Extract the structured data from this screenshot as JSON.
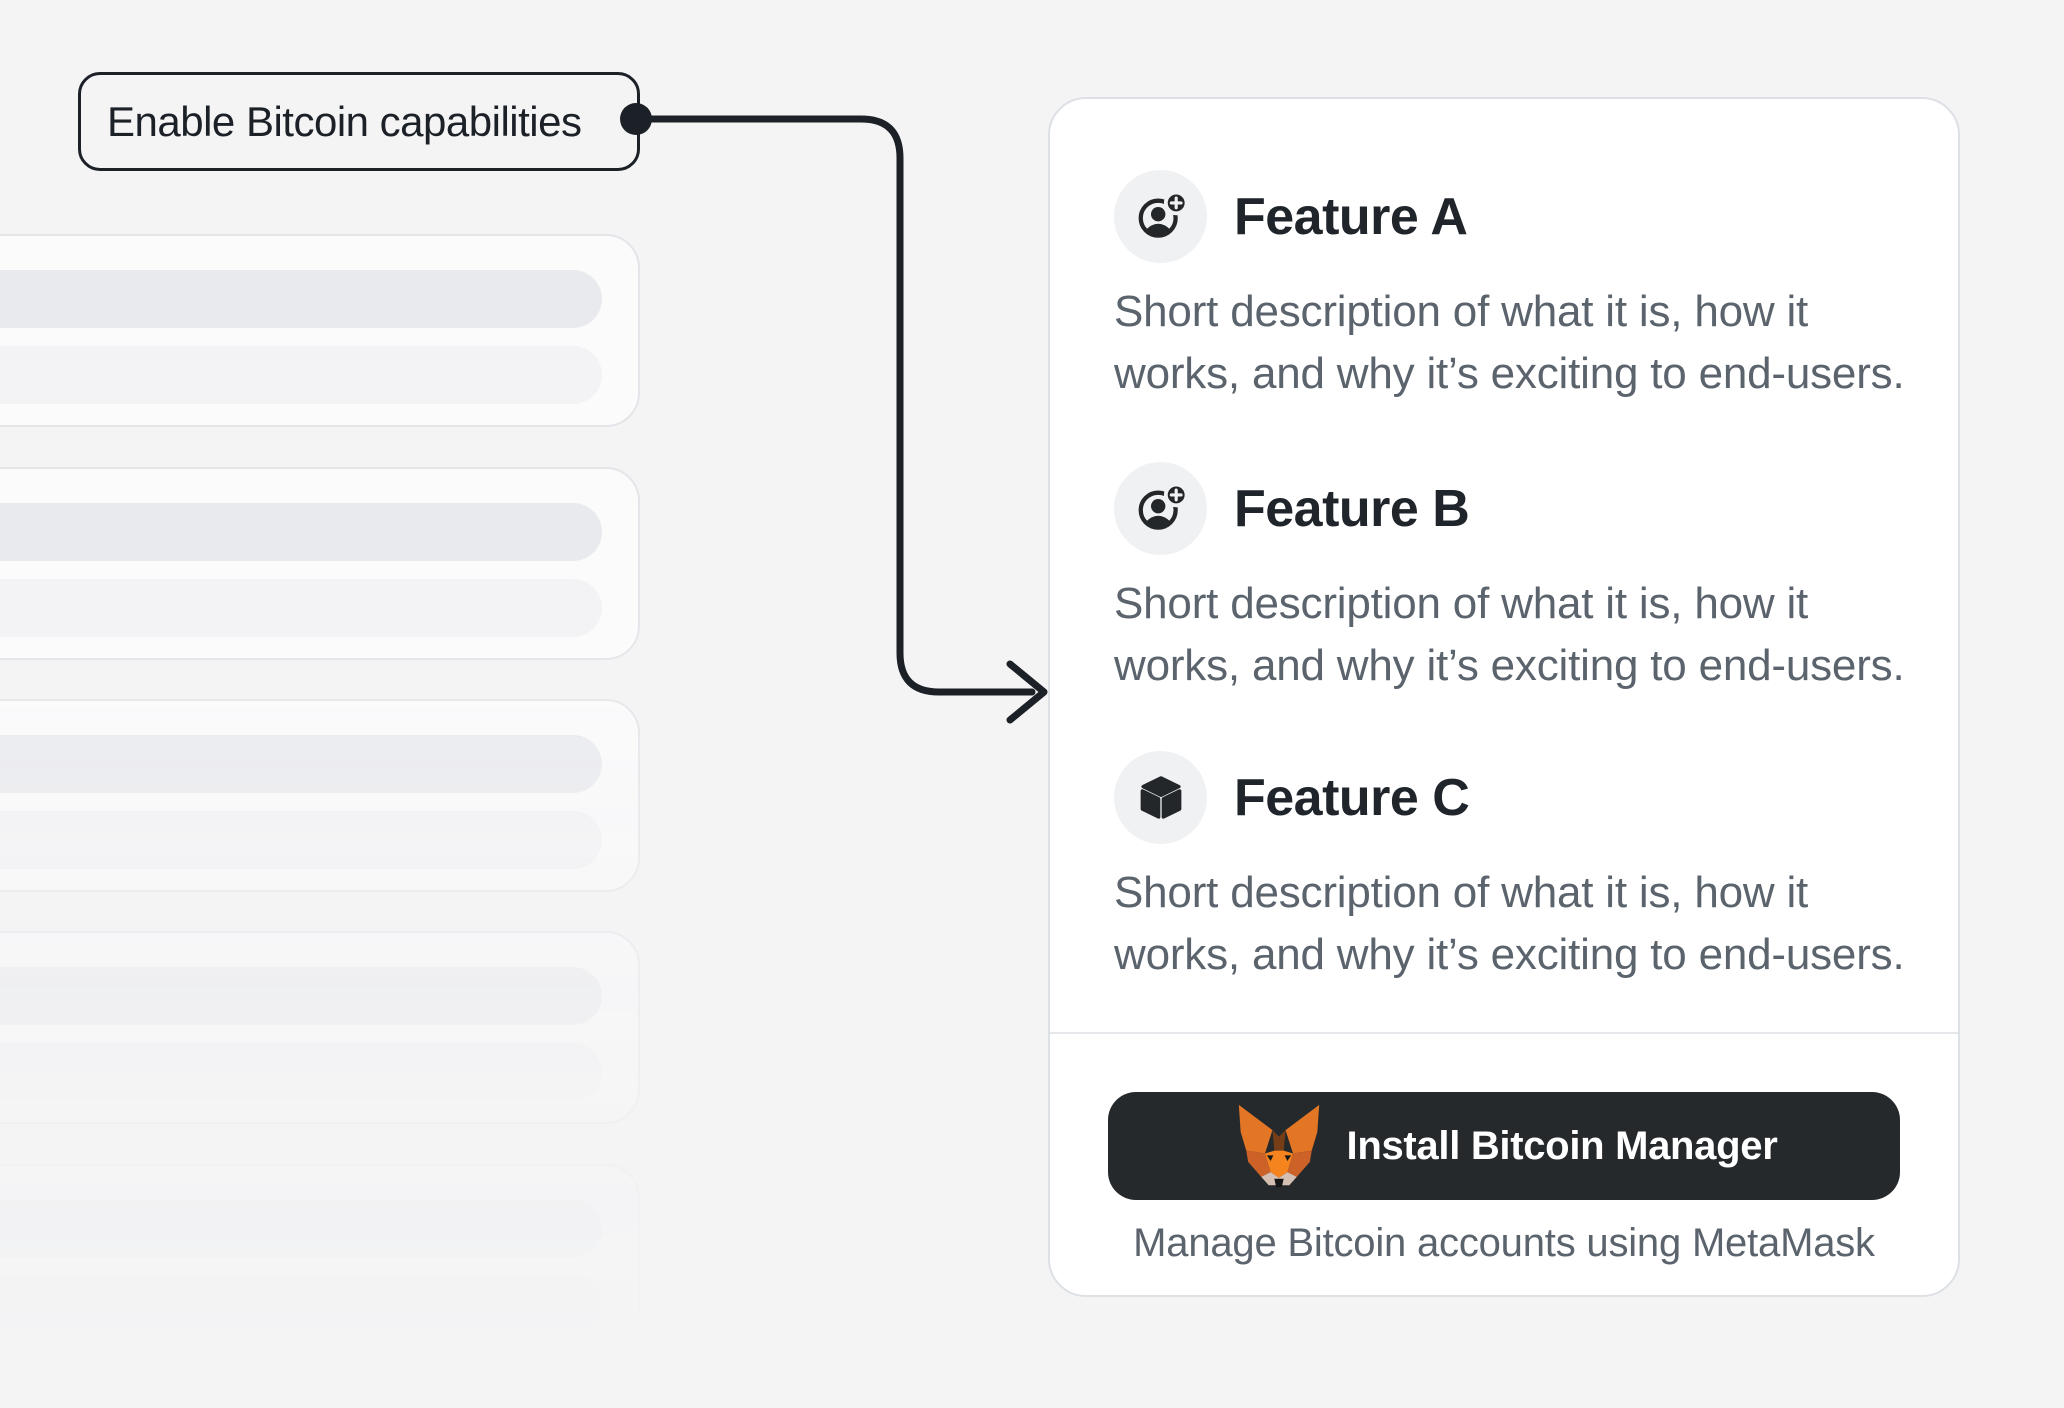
{
  "callout": {
    "label": "Enable Bitcoin capabilities"
  },
  "connector": {
    "shape": "elbow-arrow-with-dot",
    "color": "#1c2127"
  },
  "skeleton_panel": {
    "visible_cards": 5,
    "bars_per_card": 2
  },
  "features_card": {
    "features": [
      {
        "icon": "account-add-icon",
        "title": "Feature A",
        "description": "Short description of what it is, how it works, and why it’s exciting to end-users."
      },
      {
        "icon": "account-add-icon",
        "title": "Feature B",
        "description": "Short description of what it is, how it works, and why it’s exciting to end-users."
      },
      {
        "icon": "cube-icon",
        "title": "Feature C",
        "description": "Short description of what it is, how it works, and why it’s exciting to end-users."
      }
    ],
    "footer": {
      "install_button_label": "Install Bitcoin Manager",
      "install_button_icon": "metamask-fox-icon",
      "caption": "Manage Bitcoin accounts using MetaMask"
    }
  },
  "colors": {
    "page_background": "#f4f4f5",
    "ink": "#1c2127",
    "title_text": "#20252c",
    "description_text": "#5b636d",
    "card_border": "#dde0e4",
    "icon_circle_background": "#f0f1f3",
    "button_background": "#26292c",
    "button_text": "#ffffff",
    "fox_orange": "#E27625",
    "fox_orange_bright": "#F5841F",
    "fox_shade": "#CC6228",
    "fox_brown": "#763D16",
    "fox_muzzle": "#D5BFB2"
  }
}
